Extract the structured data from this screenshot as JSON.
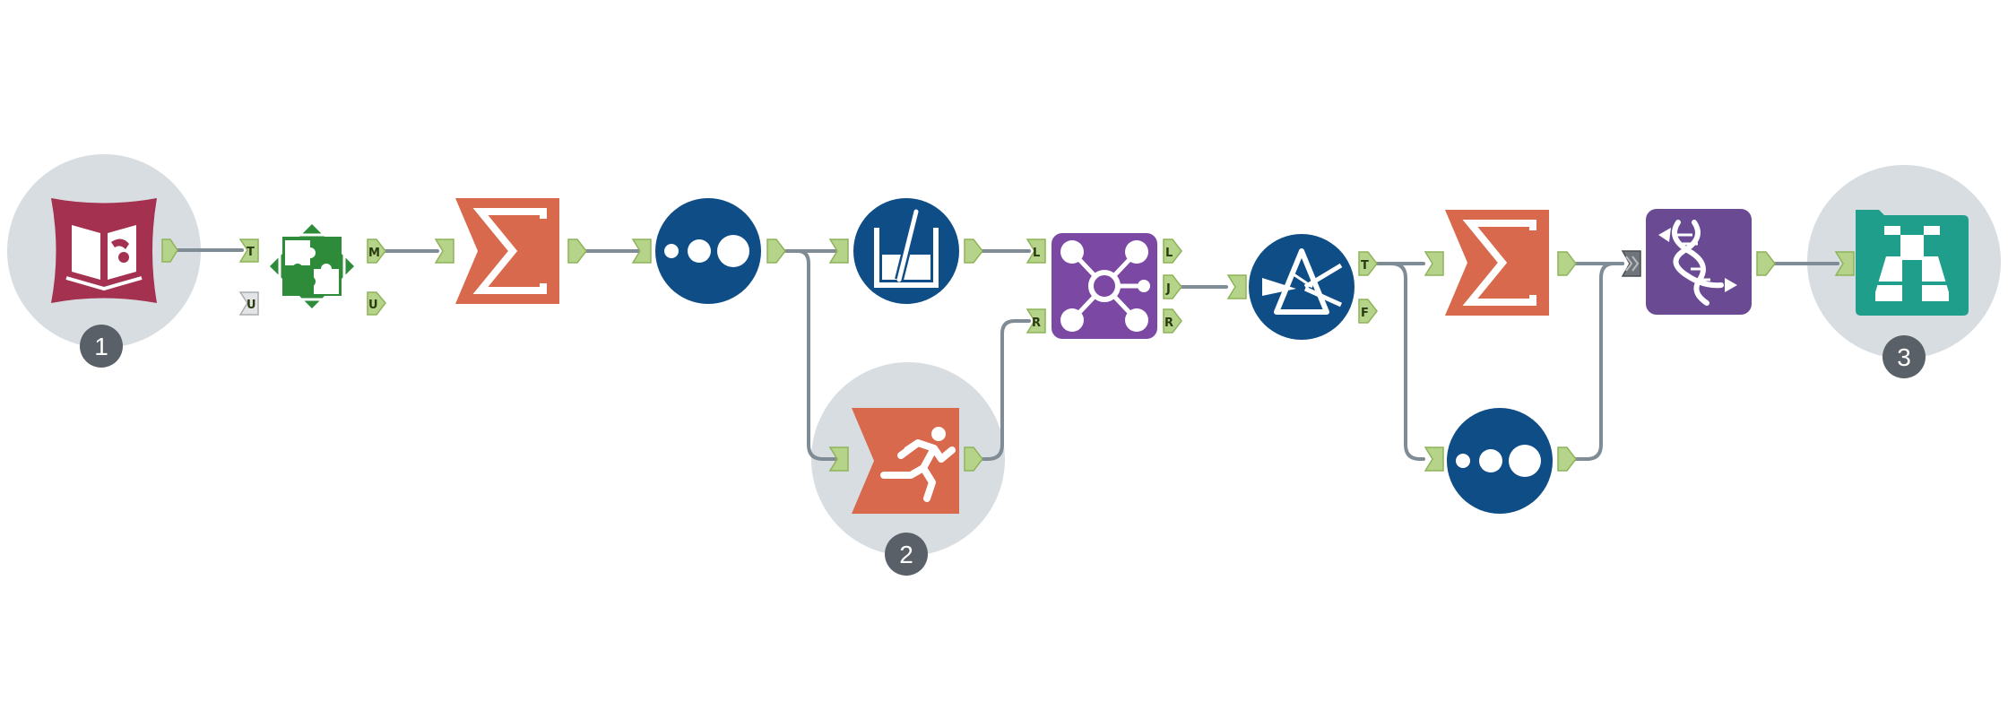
{
  "colors": {
    "input_red": "#a3314f",
    "join_green": "#2e8b3a",
    "transform_orange": "#d9694c",
    "prep_blue": "#0f4d87",
    "join_purple": "#7b48a3",
    "predictive_purple": "#6b4a94",
    "output_teal": "#1f9e8b",
    "halo_gray": "#d8dde2",
    "badge_gray": "#596068",
    "connection_gray": "#7f8c95",
    "anchor_green": "#b5d48a"
  },
  "tools": [
    {
      "id": "input",
      "icon": "book-input-icon"
    },
    {
      "id": "join-multiple",
      "icon": "puzzle-icon"
    },
    {
      "id": "summarize-1",
      "icon": "sigma-icon"
    },
    {
      "id": "sample-1",
      "icon": "dots-icon"
    },
    {
      "id": "formula",
      "icon": "beaker-icon"
    },
    {
      "id": "run-command",
      "icon": "running-man-icon"
    },
    {
      "id": "join",
      "icon": "network-icon"
    },
    {
      "id": "filter",
      "icon": "prism-icon"
    },
    {
      "id": "summarize-2",
      "icon": "sigma-icon"
    },
    {
      "id": "sample-2",
      "icon": "dots-icon"
    },
    {
      "id": "predictive",
      "icon": "dna-icon"
    },
    {
      "id": "browse",
      "icon": "binoculars-icon"
    }
  ],
  "anchor_labels": {
    "t": "T",
    "u": "U",
    "m": "M",
    "l": "L",
    "j": "J",
    "r": "R",
    "f": "F"
  },
  "badges": [
    "1",
    "2",
    "3"
  ]
}
